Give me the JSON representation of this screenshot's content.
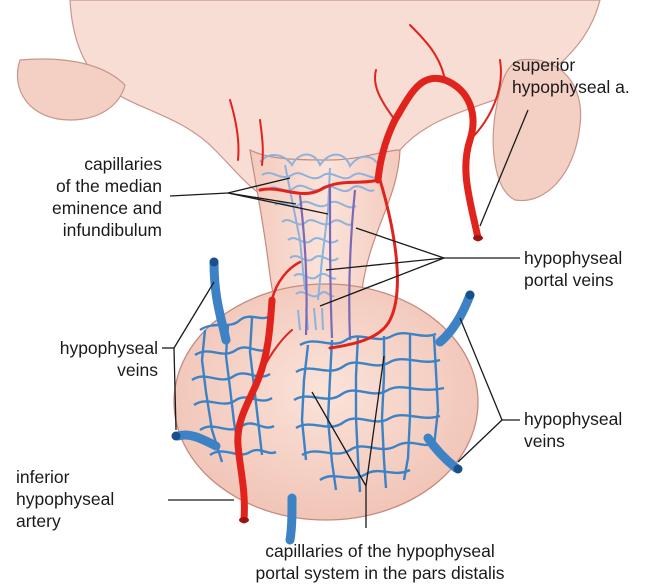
{
  "labels": {
    "superior_artery": {
      "line1": "superior",
      "line2": "hypophyseal a."
    },
    "median_eminence_capillaries": {
      "line1": "capillaries",
      "line2": "of the median",
      "line3": "eminence and",
      "line4": "infundibulum"
    },
    "portal_veins": {
      "line1": "hypophyseal",
      "line2": "portal veins"
    },
    "left_veins": {
      "line1": "hypophyseal",
      "line2": "veins"
    },
    "right_veins": {
      "line1": "hypophyseal",
      "line2": "veins"
    },
    "inferior_artery": {
      "line1": "inferior",
      "line2": "hypophyseal",
      "line3": "artery"
    },
    "pars_distalis_capillaries": {
      "line1": "capillaries of the hypophyseal",
      "line2": "portal system in the pars distalis"
    }
  },
  "colors": {
    "tissue": "#f6d4c9",
    "tissue_edge": "#c48c80",
    "artery": "#e0231c",
    "vein": "#3d82c4",
    "capillary_pale": "#aac6e4",
    "leader": "#1a1a1a"
  }
}
